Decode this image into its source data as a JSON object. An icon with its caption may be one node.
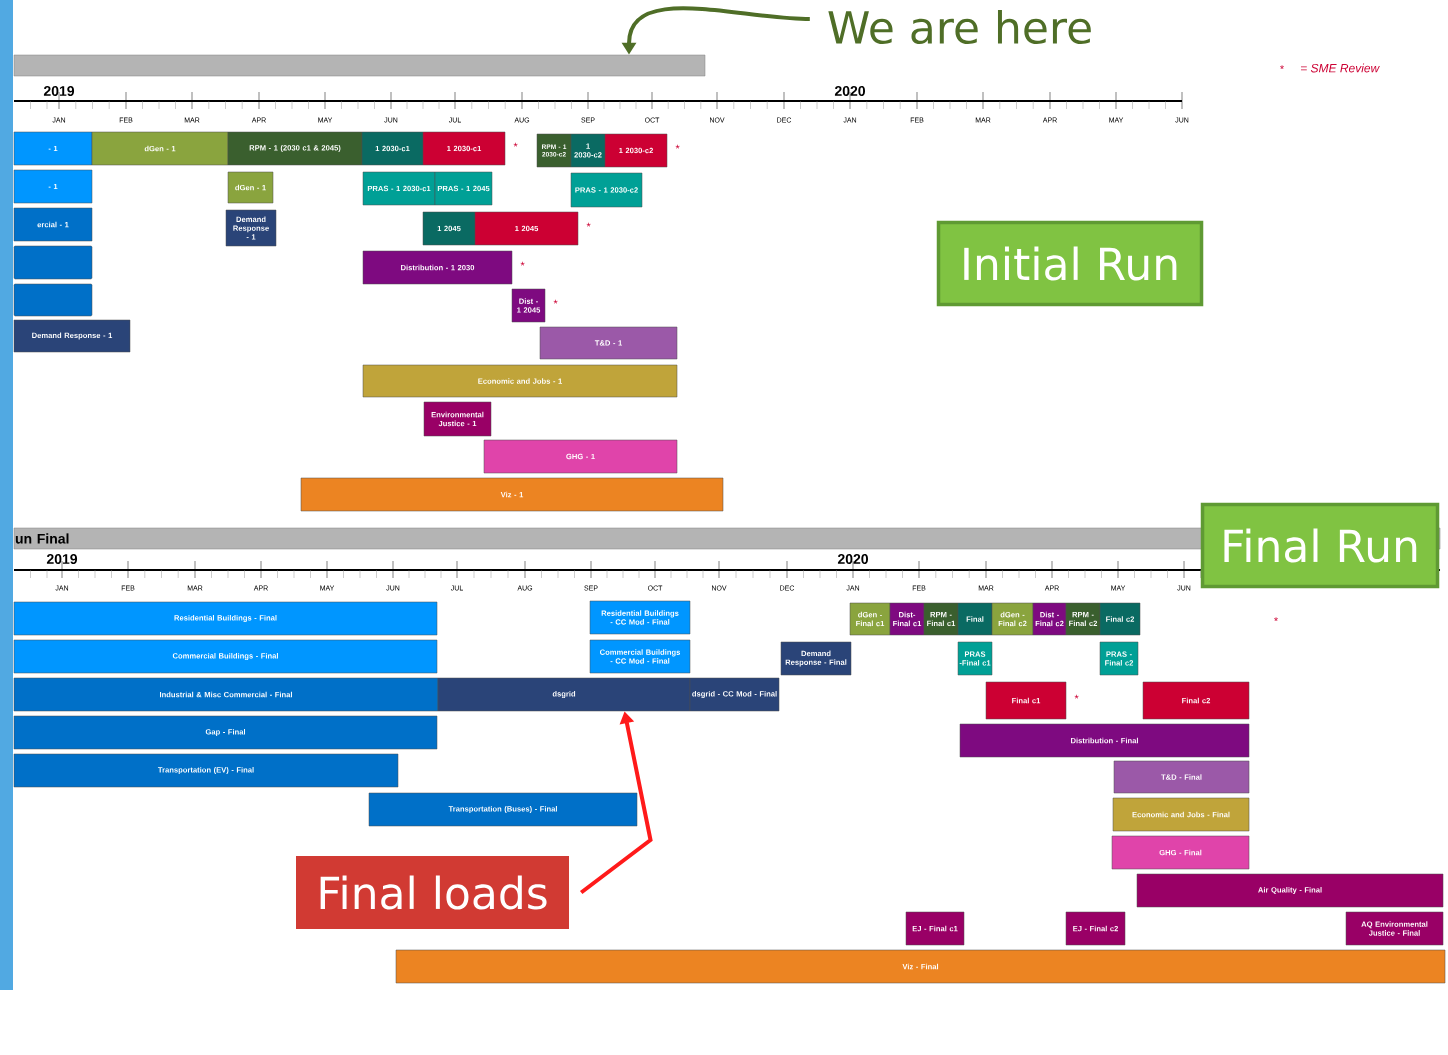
{
  "diagram": {
    "nodes": [
      {
        "text": [
          "We are here"
        ]
      },
      {
        "text": [],
        "shape": "bar"
      },
      {
        "text": [
          "- 1"
        ]
      },
      {
        "text": [
          "dGen - 1"
        ]
      },
      {
        "text": [
          "RPM - 1 (2030 c1 & 2045)"
        ]
      },
      {
        "text": [
          "1 2030-c1"
        ]
      },
      {
        "text": [
          "1 2030-c1"
        ],
        "beside": [
          "*"
        ]
      },
      {
        "text": [
          "RPM - 1 2030-c2"
        ]
      },
      {
        "text": [
          "1 2030-c2"
        ]
      },
      {
        "text": [
          "1 2030-c2"
        ],
        "beside": [
          "*"
        ]
      },
      {
        "text": [
          "- 1"
        ]
      },
      {
        "text": [
          "dGen - 1"
        ]
      },
      {
        "text": [
          "PRAS - 1 2030-c1"
        ]
      },
      {
        "text": [
          "PRAS - 1 2045"
        ]
      },
      {
        "text": [
          "PRAS - 1 2030-c2"
        ]
      },
      {
        "text": [
          "ercial - 1"
        ]
      },
      {
        "text": [
          "Demand Response - 1"
        ]
      },
      {
        "text": [
          "1 2045"
        ]
      },
      {
        "text": [
          "1 2045"
        ],
        "beside": [
          "*"
        ]
      },
      {
        "text": [],
        "shape": "box"
      },
      {
        "text": [],
        "shape": "box"
      },
      {
        "text": [
          "Distribution - 1 2030"
        ],
        "beside": [
          "*"
        ]
      },
      {
        "text": [
          "Dist - 1 2045"
        ],
        "beside": [
          "*"
        ]
      },
      {
        "text": [
          "Demand Response - 1"
        ]
      },
      {
        "text": [
          "T&D - 1"
        ]
      },
      {
        "text": [
          "Economic and Jobs - 1"
        ]
      },
      {
        "text": [
          "Environmental Justice - 1"
        ]
      },
      {
        "text": [
          "GHG - 1"
        ]
      },
      {
        "text": [
          "Viz - 1"
        ]
      },
      {
        "text": [
          "Initial Run"
        ]
      },
      {
        "text": [
          "un Final"
        ]
      },
      {
        "text": [
          "Final Run"
        ]
      },
      {
        "text": [
          "Residential Buildings - Final"
        ]
      },
      {
        "text": [
          "Residential Buildings - CC Mod - Final"
        ]
      },
      {
        "text": [
          "dGen - Final c1"
        ]
      },
      {
        "text": [
          "Dist- Final c1"
        ]
      },
      {
        "text": [
          "RPM - Final c1"
        ]
      },
      {
        "text": [
          "Final"
        ]
      },
      {
        "text": [
          "dGen - Final c2"
        ]
      },
      {
        "text": [
          "Dist - Final c2"
        ]
      },
      {
        "text": [
          "RPM - Final c2"
        ]
      },
      {
        "text": [
          "Final c2"
        ]
      },
      {
        "text": [
          "Commercial Buildings - Final"
        ]
      },
      {
        "text": [
          "Commercial Buildings - CC Mod - Final"
        ]
      },
      {
        "text": [
          "Demand Response - Final"
        ]
      },
      {
        "text": [
          "PRAS -Final c1"
        ]
      },
      {
        "text": [
          "PRAS - Final c2"
        ]
      },
      {
        "text": [
          "Industrial & Misc Commercial - Final"
        ]
      },
      {
        "text": [
          "dsgrid"
        ]
      },
      {
        "text": [
          "dsgrid - CC Mod - Final"
        ]
      },
      {
        "text": [
          "Final c1"
        ],
        "beside": [
          "*"
        ]
      },
      {
        "text": [
          "Final c2"
        ]
      },
      {
        "text": [
          "Gap - Final"
        ]
      },
      {
        "text": [
          "Distribution - Final"
        ]
      },
      {
        "text": [
          "Transportation (EV) - Final"
        ]
      },
      {
        "text": [
          "T&D - Final"
        ]
      },
      {
        "text": [
          "Transportation (Buses) - Final"
        ]
      },
      {
        "text": [
          "Economic and Jobs - Final"
        ]
      },
      {
        "text": [
          "GHG - Final"
        ]
      },
      {
        "text": [
          "Final loads"
        ]
      },
      {
        "text": [
          "Air Quality - Final"
        ]
      },
      {
        "text": [
          "EJ - Final c1"
        ]
      },
      {
        "text": [
          "EJ - Final c2"
        ]
      },
      {
        "text": [
          "AQ Environmental Justice - Final"
        ]
      },
      {
        "text": [
          "Viz - Final"
        ]
      }
    ],
    "edges": [
      {
        "from": 0,
        "to": 1,
        "arrow": "to",
        "color": "#4f6e27"
      },
      {
        "from": 59,
        "to": 48,
        "arrow": "to",
        "color": "#ff1a1a"
      }
    ],
    "labels": [
      "2019",
      "2020",
      "JAN",
      "FEB",
      "MAR",
      "APR",
      "MAY",
      "JUN",
      "JUL",
      "AUG",
      "SEP",
      "OCT",
      "NOV",
      "DEC",
      "JAN",
      "FEB",
      "MAR",
      "APR",
      "MAY",
      "JUN",
      "2019",
      "2020",
      "JAN",
      "FEB",
      "MAR",
      "APR",
      "MAY",
      "JUN",
      "JUL",
      "AUG",
      "SEP",
      "OCT",
      "NOV",
      "DEC",
      "JAN",
      "FEB",
      "MAR",
      "APR",
      "MAY",
      "JUN",
      "*",
      "*"
    ],
    "legend": [
      {
        "text": "= SME Review"
      }
    ]
  }
}
